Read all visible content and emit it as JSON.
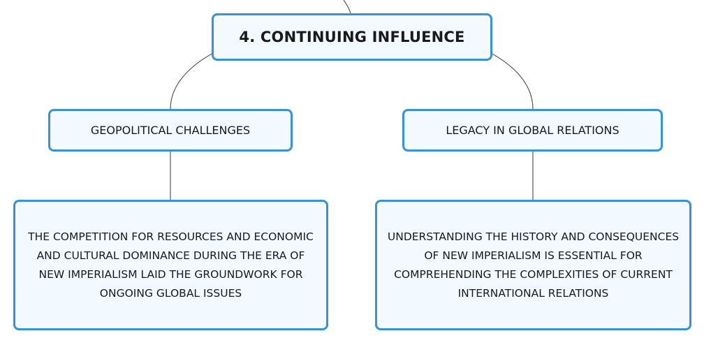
{
  "diagram": {
    "root": {
      "label": "4. CONTINUING INFLUENCE"
    },
    "branches": [
      {
        "label": "GEOPOLITICAL CHALLENGES",
        "detail": "THE COMPETITION FOR RESOURCES AND ECONOMIC AND CULTURAL DOMINANCE DURING THE ERA OF NEW IMPERIALISM LAID THE GROUNDWORK FOR ONGOING GLOBAL ISSUES"
      },
      {
        "label": "LEGACY IN GLOBAL RELATIONS",
        "detail": "UNDERSTANDING THE HISTORY AND CONSEQUENCES OF NEW IMPERIALISM IS ESSENTIAL FOR COMPREHENDING THE COMPLEXITIES OF CURRENT INTERNATIONAL RELATIONS"
      }
    ]
  },
  "colors": {
    "node_border": "#3a92d6",
    "node_fill": "#f2f9ff",
    "connector": "#5a5a5a",
    "text": "#1a1a1a"
  }
}
